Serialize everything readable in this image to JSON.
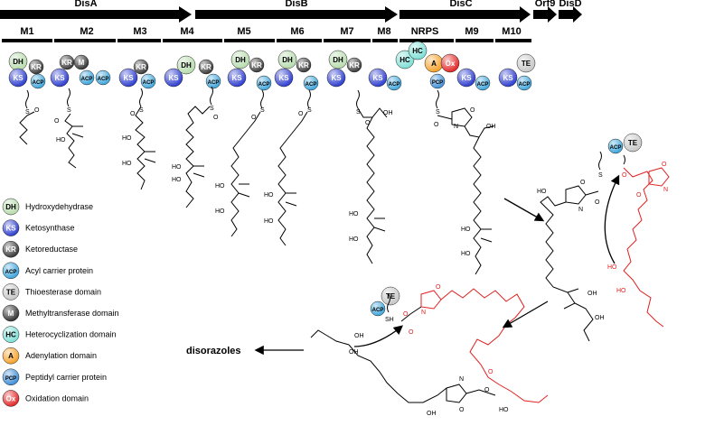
{
  "genes": [
    {
      "name": "DisA"
    },
    {
      "name": "DisB"
    },
    {
      "name": "DisC"
    },
    {
      "name": "Orf9"
    },
    {
      "name": "DisD"
    }
  ],
  "modules": [
    "M1",
    "M2",
    "M3",
    "M4",
    "M5",
    "M6",
    "M7",
    "M8",
    "NRPS",
    "M9",
    "M10"
  ],
  "domains": {
    "DH": {
      "abbr": "DH",
      "color": "#b8dcae"
    },
    "KS": {
      "abbr": "KS",
      "color": "#2f3fcf"
    },
    "KR": {
      "abbr": "KR",
      "color": "#3a3a3a"
    },
    "ACP": {
      "abbr": "ACP",
      "color": "#3fa6dc"
    },
    "TE": {
      "abbr": "TE",
      "color": "#c8c8c8"
    },
    "M": {
      "abbr": "M",
      "color": "#333333"
    },
    "HC": {
      "abbr": "HC",
      "color": "#7fe0d6"
    },
    "A": {
      "abbr": "A",
      "color": "#f5a12a"
    },
    "PCP": {
      "abbr": "PCP",
      "color": "#3f8fd8"
    },
    "Ox": {
      "abbr": "Ox",
      "color": "#e22828"
    }
  },
  "legend": [
    {
      "abbr": "DH",
      "label": "Hydroxydehydrase"
    },
    {
      "abbr": "KS",
      "label": "Ketosynthase"
    },
    {
      "abbr": "KR",
      "label": "Ketoreductase"
    },
    {
      "abbr": "ACP",
      "label": "Acyl carrier protein"
    },
    {
      "abbr": "TE",
      "label": "Thioesterase domain"
    },
    {
      "abbr": "M",
      "label": "Methyltransferase domain"
    },
    {
      "abbr": "HC",
      "label": "Heterocyclization domain"
    },
    {
      "abbr": "A",
      "label": "Adenylation domain"
    },
    {
      "abbr": "PCP",
      "label": "Peptidyl carrier protein"
    },
    {
      "abbr": "Ox",
      "label": "Oxidation domain"
    }
  ],
  "chem": {
    "S": "S",
    "O": "O",
    "N": "N",
    "HO": "HO",
    "OH": "OH",
    "SH": "SH"
  },
  "product": "disorazoles"
}
